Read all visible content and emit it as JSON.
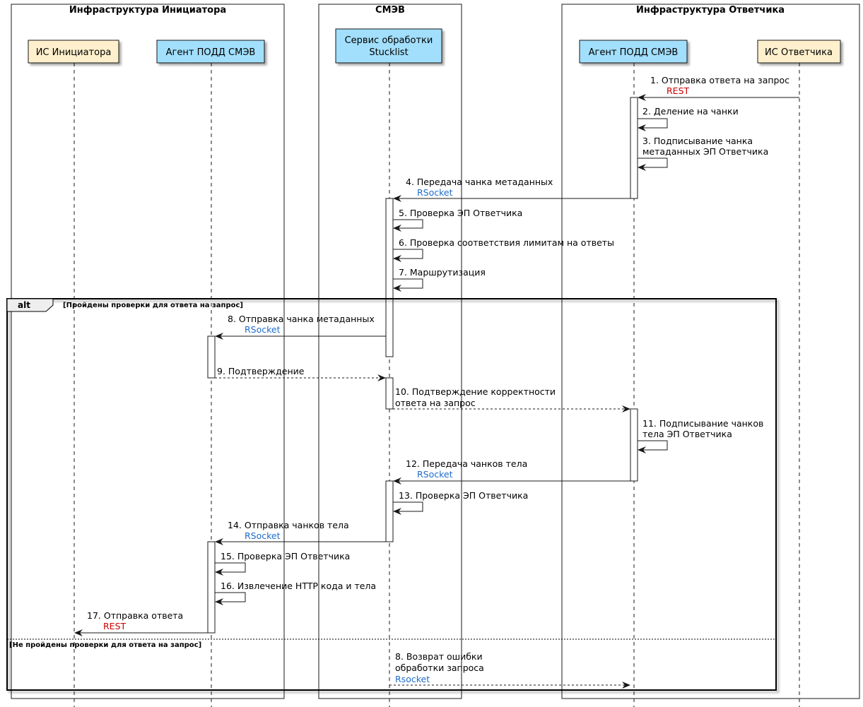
{
  "colors": {
    "participant_initiator": "#FEF0CC",
    "participant_agent": "#A2DFFC",
    "protocol_rest": "#CC0000",
    "protocol_rsocket": "#1E6CCC"
  },
  "boxes": [
    {
      "id": "initiator-infra",
      "title": "Инфраструктура Инициатора"
    },
    {
      "id": "smev",
      "title": "СМЭВ"
    },
    {
      "id": "responder-infra",
      "title": "Инфраструктура Ответчика"
    }
  ],
  "participants": [
    {
      "id": "is-init",
      "lines": [
        "ИС Инициатора"
      ],
      "kind": "system"
    },
    {
      "id": "agent-init",
      "lines": [
        "Агент ПОДД СМЭВ"
      ],
      "kind": "agent"
    },
    {
      "id": "smev-svc",
      "lines": [
        "Сервис обработки",
        "Stucklist"
      ],
      "kind": "agent"
    },
    {
      "id": "agent-resp",
      "lines": [
        "Агент ПОДД СМЭВ"
      ],
      "kind": "agent"
    },
    {
      "id": "is-resp",
      "lines": [
        "ИС Ответчика"
      ],
      "kind": "system"
    }
  ],
  "alt": {
    "keyword": "alt",
    "guard1": "[Пройдены проверки для ответа на запрос]",
    "guard2": "[Не пройдены проверки для ответа на запрос]"
  },
  "messages": [
    {
      "from": "is-resp",
      "to": "agent-resp",
      "dashed": false,
      "lines": [
        "1. Отправка ответа на запрос"
      ],
      "protocol": "REST"
    },
    {
      "from": "agent-resp",
      "to": "agent-resp",
      "self": true,
      "lines": [
        "2. Деление на чанки"
      ]
    },
    {
      "from": "agent-resp",
      "to": "agent-resp",
      "self": true,
      "lines": [
        "3. Подписывание чанка",
        "метаданных ЭП Ответчика"
      ]
    },
    {
      "from": "agent-resp",
      "to": "smev-svc",
      "dashed": false,
      "lines": [
        "4. Передача чанка метаданных"
      ],
      "protocol": "RSocket"
    },
    {
      "from": "smev-svc",
      "to": "smev-svc",
      "self": true,
      "lines": [
        "5. Проверка ЭП Ответчика"
      ]
    },
    {
      "from": "smev-svc",
      "to": "smev-svc",
      "self": true,
      "lines": [
        "6. Проверка соответствия лимитам на ответы"
      ]
    },
    {
      "from": "smev-svc",
      "to": "smev-svc",
      "self": true,
      "lines": [
        "7. Маршрутизация"
      ]
    },
    {
      "from": "smev-svc",
      "to": "agent-init",
      "dashed": false,
      "lines": [
        "8. Отправка чанка метаданных"
      ],
      "protocol": "RSocket"
    },
    {
      "from": "agent-init",
      "to": "smev-svc",
      "dashed": true,
      "lines": [
        "9. Подтверждение"
      ]
    },
    {
      "from": "smev-svc",
      "to": "agent-resp",
      "dashed": true,
      "lines": [
        "10. Подтверждение корректности",
        "ответа на запрос"
      ]
    },
    {
      "from": "agent-resp",
      "to": "agent-resp",
      "self": true,
      "lines": [
        "11. Подписывание чанков",
        "тела ЭП Ответчика"
      ]
    },
    {
      "from": "agent-resp",
      "to": "smev-svc",
      "dashed": false,
      "lines": [
        "12. Передача чанков тела"
      ],
      "protocol": "RSocket"
    },
    {
      "from": "smev-svc",
      "to": "smev-svc",
      "self": true,
      "lines": [
        "13. Проверка ЭП Ответчика"
      ]
    },
    {
      "from": "smev-svc",
      "to": "agent-init",
      "dashed": false,
      "lines": [
        "14. Отправка чанков тела"
      ],
      "protocol": "RSocket"
    },
    {
      "from": "agent-init",
      "to": "agent-init",
      "self": true,
      "lines": [
        "15. Проверка ЭП Ответчика"
      ]
    },
    {
      "from": "agent-init",
      "to": "agent-init",
      "self": true,
      "lines": [
        "16. Извлечение HTTP кода и тела"
      ]
    },
    {
      "from": "agent-init",
      "to": "is-init",
      "dashed": false,
      "lines": [
        "17. Отправка ответа"
      ],
      "protocol": "REST"
    },
    {
      "from": "smev-svc",
      "to": "agent-resp",
      "dashed": true,
      "lines": [
        "8. Возврат ошибки",
        "обработки запроса"
      ],
      "protocol": "Rsocket"
    }
  ]
}
